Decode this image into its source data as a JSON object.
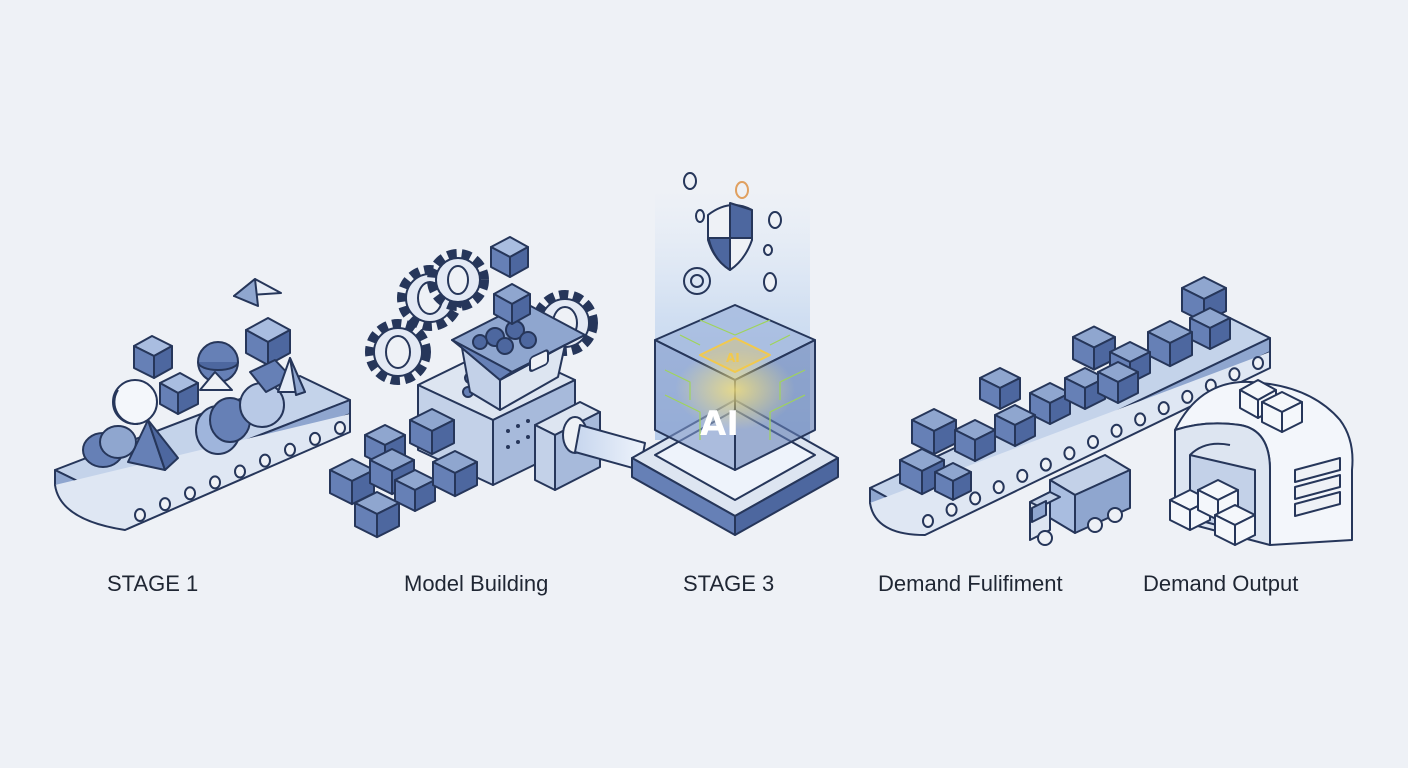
{
  "colors": {
    "background": "#eef1f6",
    "outline": "#26365a",
    "cube_top": "#8fa6cf",
    "cube_left": "#6680b6",
    "cube_right": "#4d679f",
    "light_fill": "#dde5f1",
    "chip_glow": "#f2c94c",
    "circuit_green": "#9fd45a"
  },
  "stages": [
    {
      "label": "STAGE 1",
      "icon": "conveyor-with-raw-shapes"
    },
    {
      "label": "Model Building",
      "icon": "gears-hopper-machine"
    },
    {
      "label": "STAGE 3",
      "icon": "ai-chip-platform"
    },
    {
      "label": "Demand Fulifiment",
      "icon": "conveyor-with-boxes-and-truck"
    },
    {
      "label": "Demand Output",
      "icon": "warehouse"
    }
  ],
  "chip": {
    "main_text": "AI",
    "top_text": "AI"
  }
}
